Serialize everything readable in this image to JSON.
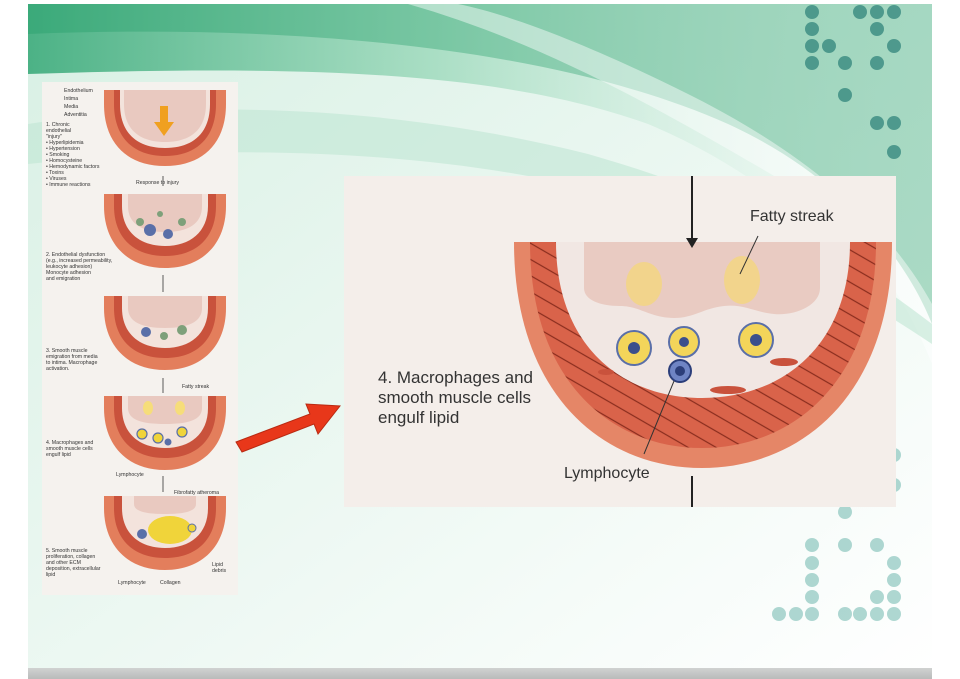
{
  "left_panel": {
    "layer_labels": [
      "Endothelium",
      "Intima",
      "Media",
      "Adventitia"
    ],
    "stage1_text": "1. Chronic\nendothelial\n\"injury\"\n• Hyperlipidemia\n• Hypertension\n• Smoking\n• Homocysteine\n• Hemodynamic factors\n• Toxins\n• Viruses\n• Immune reactions",
    "response_label": "Response to injury",
    "stage2_text": "2. Endothelial dysfunction\n(e.g., increased permeability,\nleukocyte adhesion)\nMonocyte adhesion\nand emigration",
    "stage3_text": "3. Smooth muscle\nemigration from media\nto intima. Macrophage\nactivation.",
    "fatty_streak_label": "Fatty streak",
    "stage4_text": "4. Macrophages and\nsmooth muscle cells\nengulf lipid",
    "lymphocyte_label": "Lymphocyte",
    "fibrofatty_label": "Fibrofatty atheroma",
    "stage5_text": "5. Smooth muscle\nproliferation, collagen\nand other ECM\ndeposition, extracellular\nlipid",
    "lipid_debris_label": "Lipid\ndebris",
    "collagen_label": "Collagen"
  },
  "zoom": {
    "stage_title": "4. Macrophages and\nsmooth muscle cells\nengulf lipid",
    "fatty_streak": "Fatty streak",
    "lymphocyte": "Lymphocyte"
  },
  "colors": {
    "wall": "#e37e5c",
    "lumen": "#e9c9c0",
    "lipid": "#f0d43a",
    "macrophage_nucleus": "#5a6fa8",
    "callout_arrow": "#e8371a",
    "accent_green": "#3aa878",
    "dot_color": "#3f8f84"
  }
}
